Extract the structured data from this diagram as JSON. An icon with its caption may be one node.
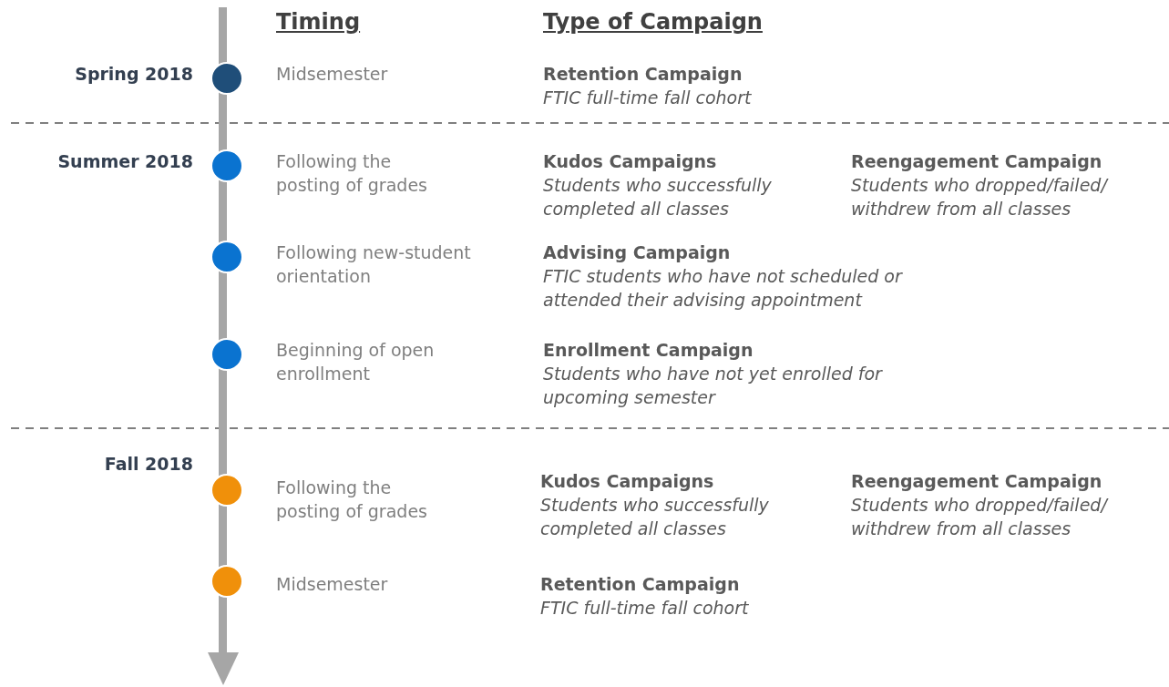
{
  "diagram": {
    "labels": [
      "Timing",
      "Type of Campaign",
      "Spring 2018",
      "Midsemester",
      "Retention Campaign",
      "FTIC full-time fall cohort",
      "Summer 2018",
      "Following the posting of grades",
      "Kudos Campaigns",
      "Reengagement Campaign",
      "Students who successfully completed all classes",
      "Students who dropped/failed/ withdrew from all classes",
      "Following new-student orientation",
      "Advising Campaign",
      "FTIC students who have not scheduled or attended their advising appointment",
      "Beginning of open enrollment",
      "Enrollment Campaign",
      "Students who have not yet enrolled for upcoming semester",
      "Fall 2018",
      "Following the posting of grades",
      "Kudos Campaigns",
      "Reengagement Campaign",
      "Students who successfully completed all classes",
      "Students who dropped/failed/ withdrew from all classes",
      "Midsemester",
      "Retention Campaign",
      "FTIC full-time fall cohort"
    ]
  }
}
